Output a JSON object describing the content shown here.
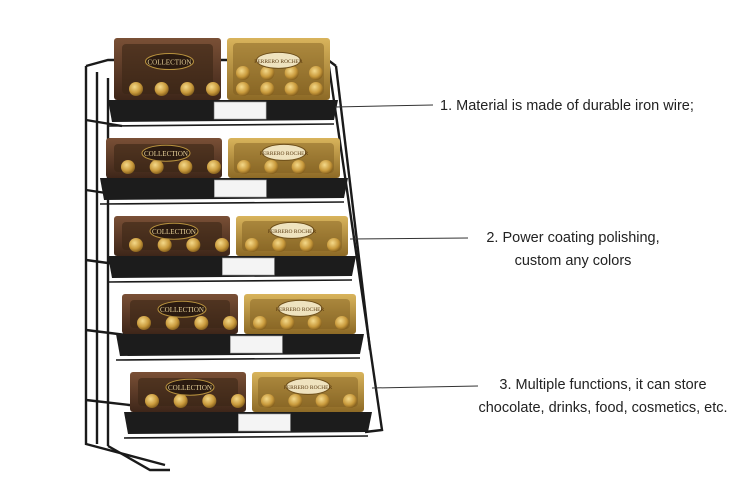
{
  "callouts": [
    {
      "lines": [
        "1. Material is made of durable iron wire;"
      ]
    },
    {
      "lines": [
        "2. Power coating polishing,",
        "custom any colors"
      ]
    },
    {
      "lines": [
        "3. Multiple functions, it can store",
        "chocolate, drinks, food, cosmetics, etc."
      ]
    }
  ],
  "product": {
    "box_label_top": "COLLECTION",
    "box_label_gold": "FERRERO ROCHER",
    "tier_count": 5
  },
  "colors": {
    "wire": "#1a1a1a",
    "box_brown": "#5a3a28",
    "box_gold": "#b8923e",
    "praline": "#c99a3c",
    "tray": "#1c1c1c"
  }
}
